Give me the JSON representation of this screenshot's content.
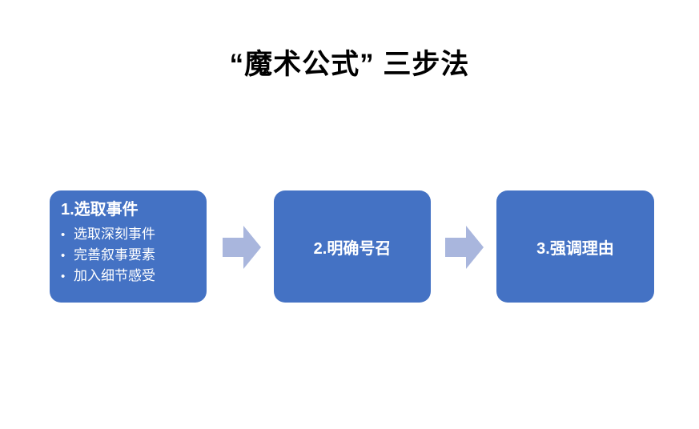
{
  "title": "“魔术公式” 三步法",
  "colors": {
    "box_fill": "#4472C4",
    "arrow_fill": "#A9B6DD",
    "box_text": "#FFFFFF",
    "title_text": "#000000",
    "background": "#FFFFFF"
  },
  "steps": [
    {
      "heading": "1.选取事件",
      "bullets": [
        "选取深刻事件",
        "完善叙事要素",
        "加入细节感受"
      ]
    },
    {
      "heading": "2.明确号召",
      "bullets": []
    },
    {
      "heading": "3.强调理由",
      "bullets": []
    }
  ],
  "connectors": [
    {
      "name": "arrow-step1-to-step2",
      "direction": "right"
    },
    {
      "name": "arrow-step2-to-step3",
      "direction": "right"
    }
  ]
}
